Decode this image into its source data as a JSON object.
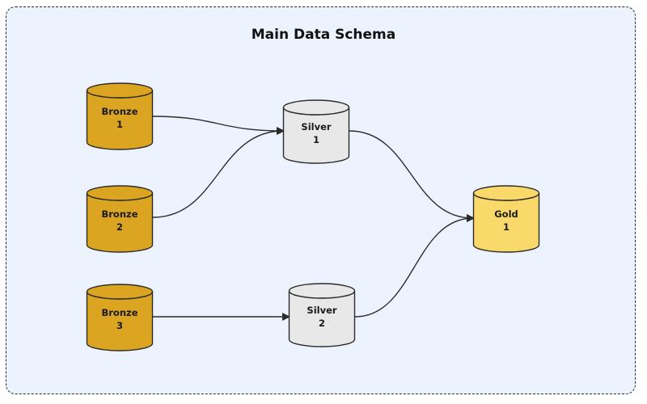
{
  "title": "Main Data Schema",
  "colors": {
    "bronze": "#dba521",
    "silver": "#e8e8e8",
    "gold": "#f8d96a",
    "background": "#edf3fe",
    "stroke": "#2b2b2b"
  },
  "nodes": [
    {
      "id": "bronze-1",
      "tier": "bronze",
      "line1": "Bronze",
      "line2": "1"
    },
    {
      "id": "bronze-2",
      "tier": "bronze",
      "line1": "Bronze",
      "line2": "2"
    },
    {
      "id": "bronze-3",
      "tier": "bronze",
      "line1": "Bronze",
      "line2": "3"
    },
    {
      "id": "silver-1",
      "tier": "silver",
      "line1": "Silver",
      "line2": "1"
    },
    {
      "id": "silver-2",
      "tier": "silver",
      "line1": "Silver",
      "line2": "2"
    },
    {
      "id": "gold-1",
      "tier": "gold",
      "line1": "Gold",
      "line2": "1"
    }
  ],
  "edges": [
    {
      "from": "bronze-1",
      "to": "silver-1"
    },
    {
      "from": "bronze-2",
      "to": "silver-1"
    },
    {
      "from": "bronze-3",
      "to": "silver-2"
    },
    {
      "from": "silver-1",
      "to": "gold-1"
    },
    {
      "from": "silver-2",
      "to": "gold-1"
    }
  ]
}
